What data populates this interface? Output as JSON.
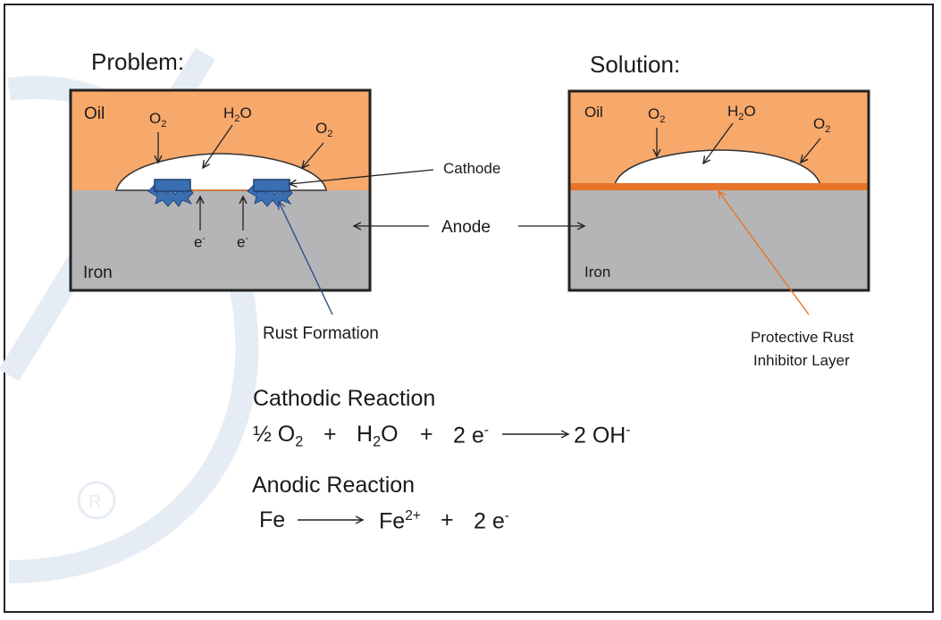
{
  "headings": {
    "problem": "Problem:",
    "solution": "Solution:"
  },
  "problem_panel": {
    "oil": "Oil",
    "iron": "Iron",
    "o2_left": "O",
    "o2_left_sub": "2",
    "h2o_h": "H",
    "h2o_sub": "2",
    "h2o_o": "O",
    "o2_right": "O",
    "o2_right_sub": "2",
    "electron_1": "e",
    "electron_1_sup": "-",
    "electron_2": "e",
    "electron_2_sup": "-"
  },
  "solution_panel": {
    "oil": "Oil",
    "iron": "Iron",
    "o2_left": "O",
    "o2_left_sub": "2",
    "h2o_h": "H",
    "h2o_sub": "2",
    "h2o_o": "O",
    "o2_right": "O",
    "o2_right_sub": "2"
  },
  "callouts": {
    "cathode": "Cathode",
    "anode": "Anode",
    "rust_formation": "Rust Formation",
    "protective_line1": "Protective Rust",
    "protective_line2": "Inhibitor Layer"
  },
  "reactions": {
    "cathodic_title": "Cathodic Reaction",
    "cathodic": {
      "half": "½ O",
      "o2_sub": "2",
      "plus1": "+",
      "h2o_h": "H",
      "h2o_sub": "2",
      "h2o_o": "O",
      "plus2": "+",
      "electrons": "2 e",
      "electrons_sup": "-",
      "product": "2 OH",
      "product_sup": "-"
    },
    "anodic_title": "Anodic Reaction",
    "anodic": {
      "reactant": "Fe",
      "product": "Fe",
      "product_sup": "2+",
      "plus": "+",
      "electrons": "2 e",
      "electrons_sup": "-"
    }
  },
  "colors": {
    "oil": "#f7a86b",
    "iron": "#b5b5b7",
    "rust": "#3a6fb2",
    "inhibitor_layer": "#e8742a",
    "rust_pointer": "#2e4d86",
    "inhibitor_pointer": "#e8742a",
    "watermark": "#e6ecf4"
  }
}
